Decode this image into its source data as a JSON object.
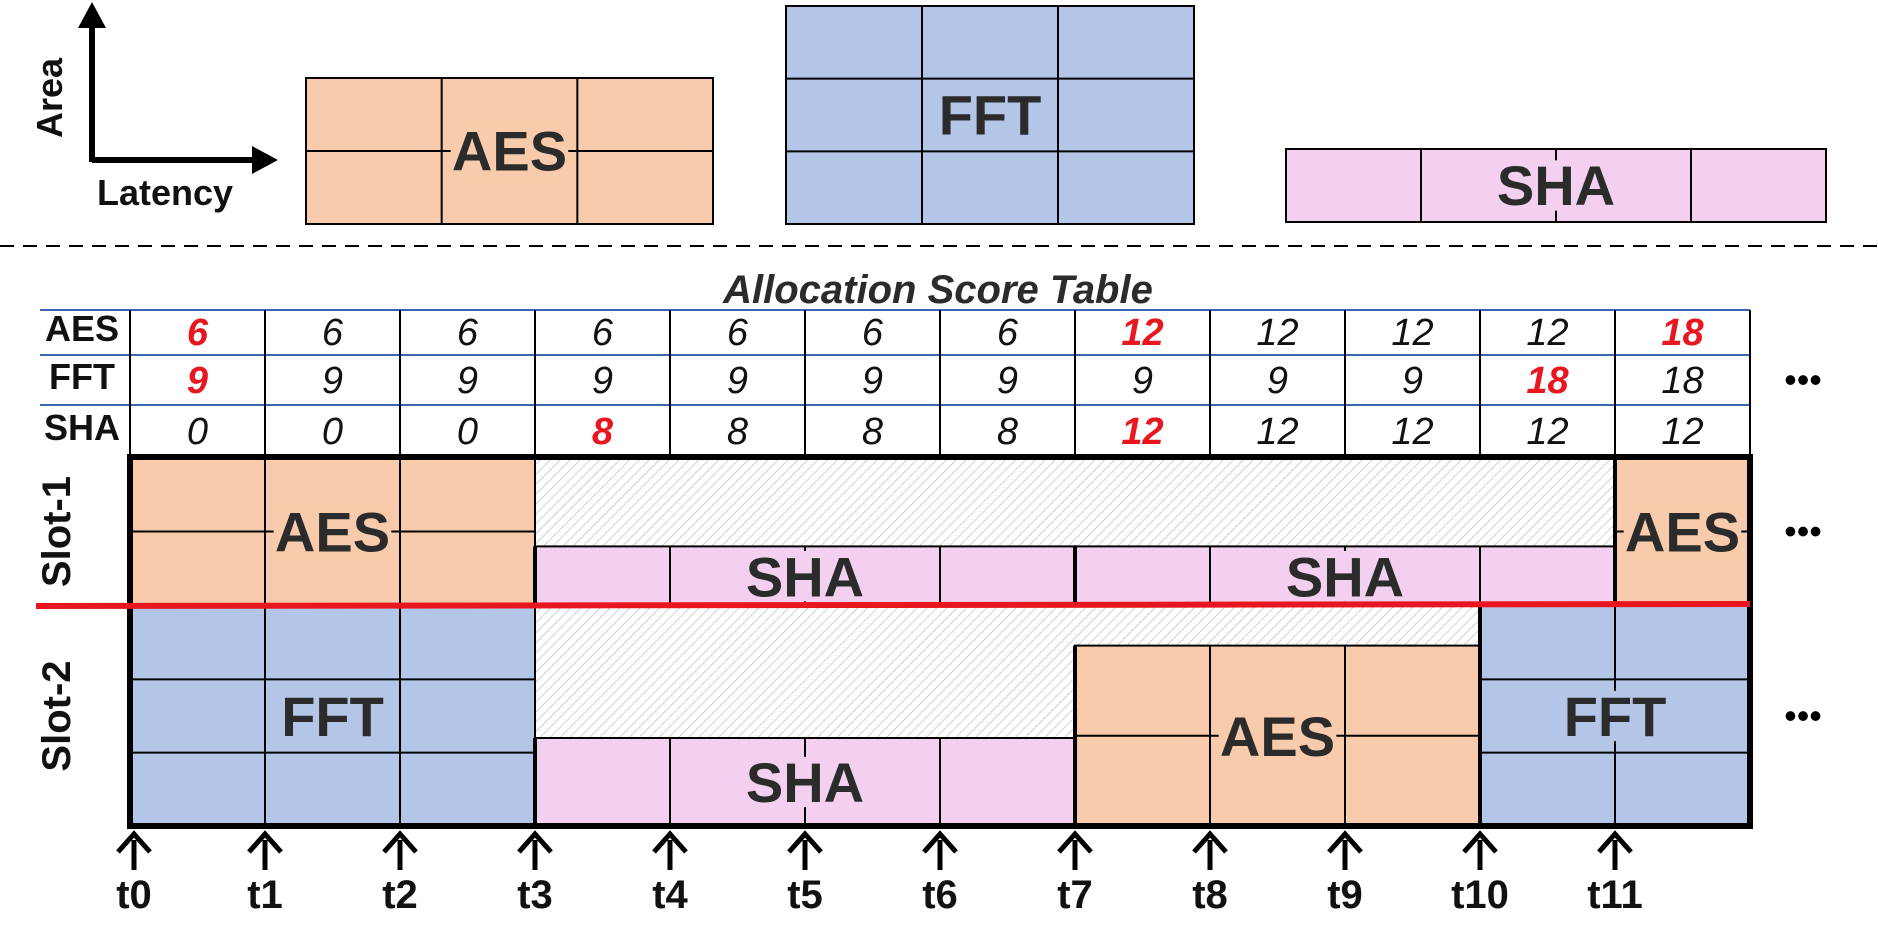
{
  "colors": {
    "aes": "#f7cbab",
    "fft": "#b4c6e7",
    "sha": "#f3d0f0",
    "highlight": "#e8161e",
    "boundary": "#e8161e",
    "table_rule": "#3c64b4"
  },
  "legend": {
    "y_axis_label": "Area",
    "x_axis_label": "Latency",
    "blocks": [
      {
        "name": "AES",
        "cols": 3,
        "rows": 2,
        "color_key": "aes"
      },
      {
        "name": "FFT",
        "cols": 3,
        "rows": 3,
        "color_key": "fft"
      },
      {
        "name": "SHA",
        "cols": 4,
        "rows": 1,
        "color_key": "sha"
      }
    ]
  },
  "score_table": {
    "title": "Allocation Score Table",
    "rows": [
      {
        "label": "AES",
        "values": [
          "6",
          "6",
          "6",
          "6",
          "6",
          "6",
          "6",
          "12",
          "12",
          "12",
          "12",
          "18"
        ],
        "highlight": [
          0,
          7,
          11
        ]
      },
      {
        "label": "FFT",
        "values": [
          "9",
          "9",
          "9",
          "9",
          "9",
          "9",
          "9",
          "9",
          "9",
          "9",
          "18",
          "18"
        ],
        "highlight": [
          0,
          10
        ]
      },
      {
        "label": "SHA",
        "values": [
          "0",
          "0",
          "0",
          "8",
          "8",
          "8",
          "8",
          "12",
          "12",
          "12",
          "12",
          "12"
        ],
        "highlight": [
          3,
          7
        ]
      }
    ],
    "ellipsis": "•••"
  },
  "slots": [
    {
      "label": "Slot-1",
      "ellipsis": "•••",
      "items": [
        {
          "label": "AES",
          "kind": "aes",
          "start": 0,
          "end": 3,
          "sub_rows": 2
        },
        {
          "label": "SHA",
          "kind": "sha",
          "start": 3,
          "end": 7,
          "sub_rows": 1
        },
        {
          "label": "SHA",
          "kind": "sha",
          "start": 7,
          "end": 11,
          "sub_rows": 1
        },
        {
          "label": "AES",
          "kind": "aes",
          "start": 11,
          "end": 12,
          "sub_rows": 2
        }
      ]
    },
    {
      "label": "Slot-2",
      "ellipsis": "•••",
      "items": [
        {
          "label": "FFT",
          "kind": "fft",
          "start": 0,
          "end": 3,
          "sub_rows": 3
        },
        {
          "label": "SHA",
          "kind": "sha",
          "start": 3,
          "end": 7,
          "sub_rows": 1
        },
        {
          "label": "AES",
          "kind": "aes",
          "start": 7,
          "end": 10,
          "sub_rows": 2
        },
        {
          "label": "FFT",
          "kind": "fft",
          "start": 10,
          "end": 12,
          "sub_rows": 3
        }
      ]
    }
  ],
  "time_labels": [
    "t0",
    "t1",
    "t2",
    "t3",
    "t4",
    "t5",
    "t6",
    "t7",
    "t8",
    "t9",
    "t10",
    "t11"
  ]
}
